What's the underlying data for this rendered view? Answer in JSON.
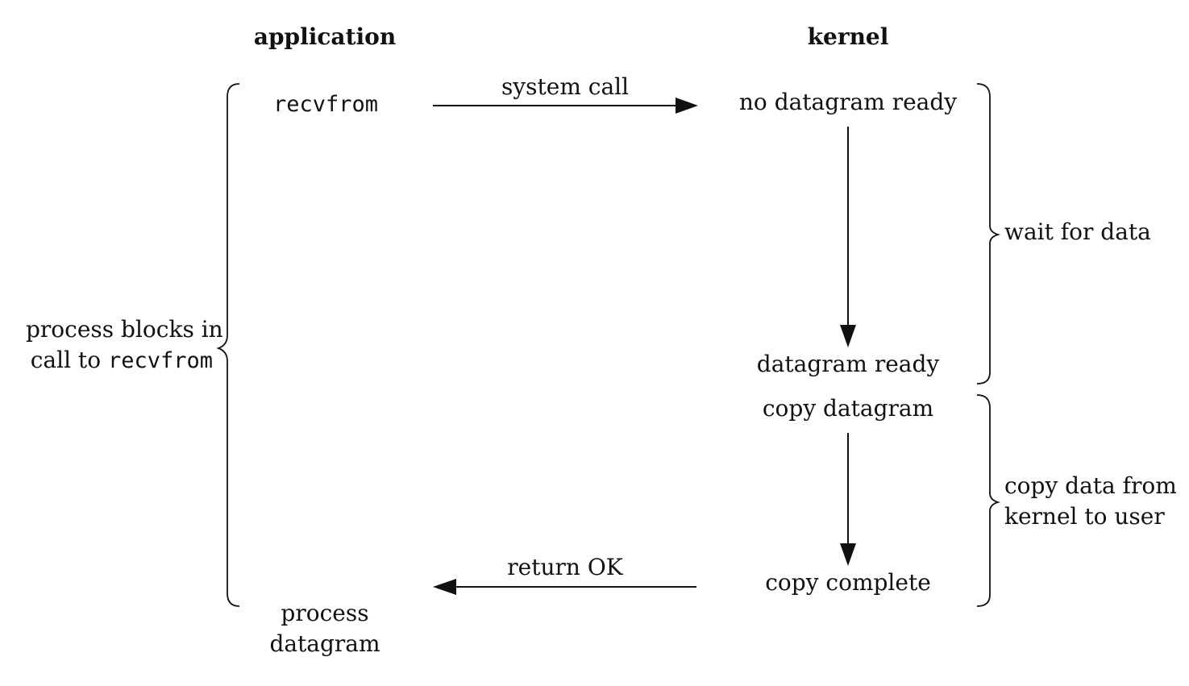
{
  "headers": {
    "application": "application",
    "kernel": "kernel"
  },
  "application": {
    "call_name": "recvfrom",
    "final_line1": "process",
    "final_line2": "datagram"
  },
  "kernel": {
    "no_datagram_ready": "no datagram ready",
    "datagram_ready": "datagram ready",
    "copy_datagram": "copy datagram",
    "copy_complete": "copy complete"
  },
  "arrows": {
    "system_call": "system call",
    "return_ok": "return OK"
  },
  "left_brace": {
    "line1": "process blocks in",
    "line2_prefix": "call to ",
    "line2_code": "recvfrom"
  },
  "right_braces": {
    "wait_for_data": "wait for data",
    "copy_line1": "copy data from",
    "copy_line2": "kernel to user"
  }
}
